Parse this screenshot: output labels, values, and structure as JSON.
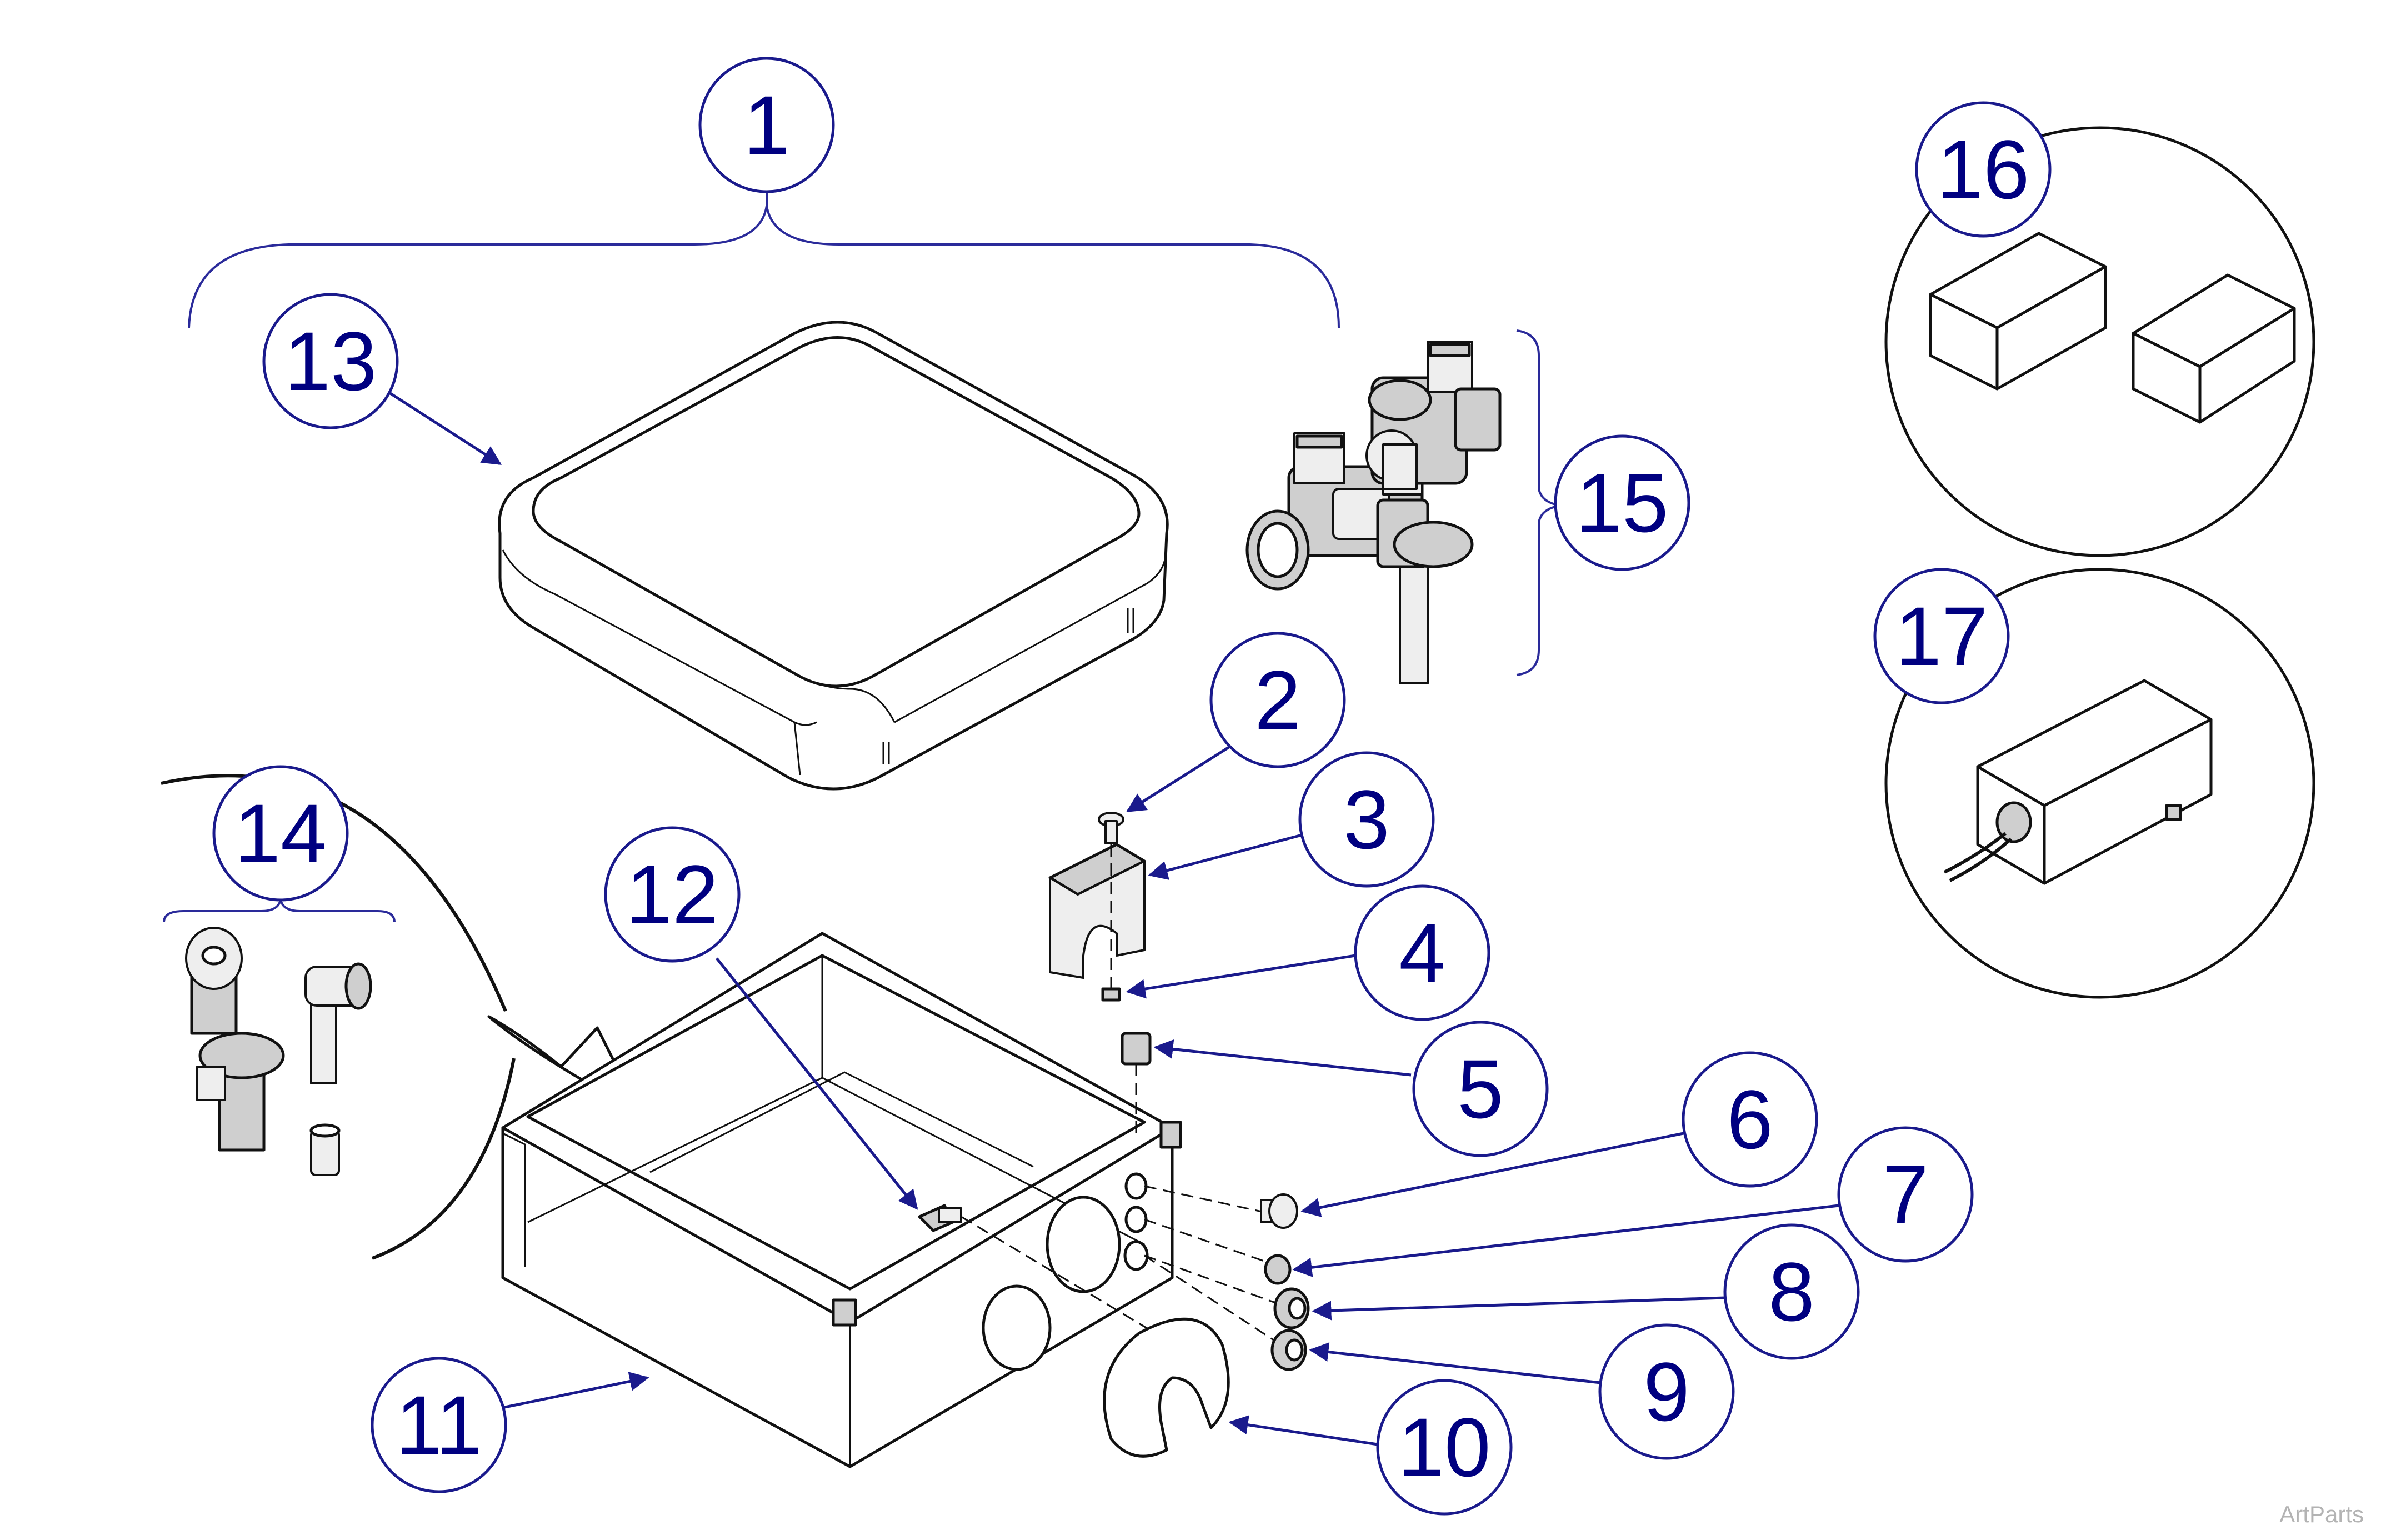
{
  "callouts": [
    {
      "id": "1",
      "label": "1"
    },
    {
      "id": "2",
      "label": "2"
    },
    {
      "id": "3",
      "label": "3"
    },
    {
      "id": "4",
      "label": "4"
    },
    {
      "id": "5",
      "label": "5"
    },
    {
      "id": "6",
      "label": "6"
    },
    {
      "id": "7",
      "label": "7"
    },
    {
      "id": "8",
      "label": "8"
    },
    {
      "id": "9",
      "label": "9"
    },
    {
      "id": "10",
      "label": "10"
    },
    {
      "id": "11",
      "label": "11"
    },
    {
      "id": "12",
      "label": "12"
    },
    {
      "id": "13",
      "label": "13"
    },
    {
      "id": "14",
      "label": "14"
    },
    {
      "id": "15",
      "label": "15"
    },
    {
      "id": "16",
      "label": "16"
    },
    {
      "id": "17",
      "label": "17"
    }
  ],
  "watermark": "ArtParts",
  "colors": {
    "callout": "#1a1a8c",
    "callout_text": "#000080",
    "line_art": "#111111",
    "watermark": "#b3b3b3"
  }
}
